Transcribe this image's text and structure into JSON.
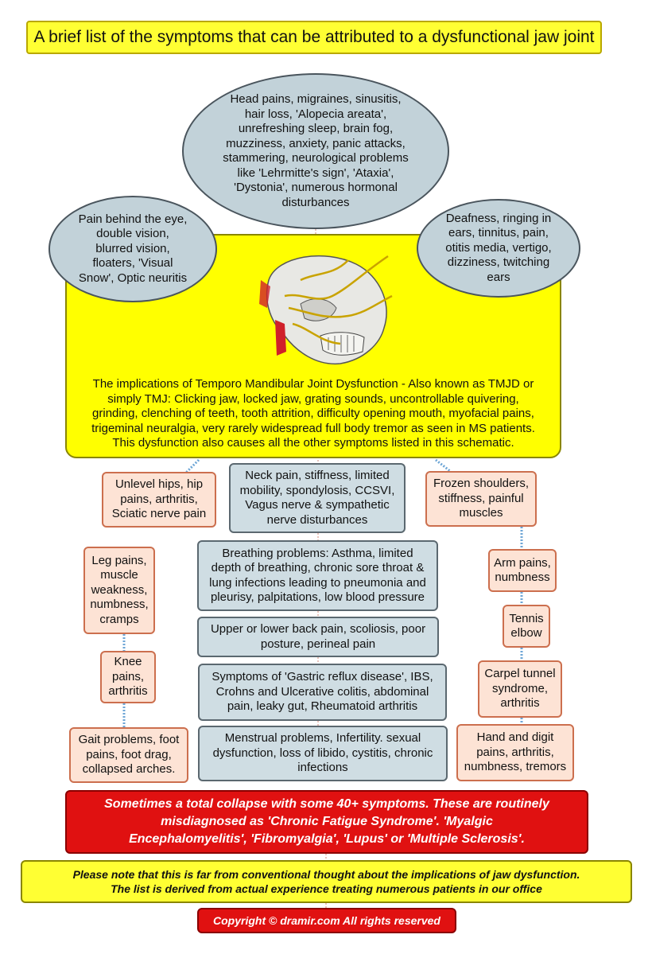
{
  "title": "A brief list of the symptoms that can be attributed to a dysfunctional jaw joint",
  "top_oval": [
    "Head pains, migraines, sinusitis,",
    "hair loss, 'Alopecia areata',",
    "unrefreshing sleep, brain fog,",
    "muzziness, anxiety, panic attacks,",
    "stammering, neurological problems",
    "like 'Lehrmitte's sign', 'Ataxia',",
    "'Dystonia', numerous hormonal",
    "disturbances"
  ],
  "left_oval": [
    "Pain behind the eye,",
    "double vision,",
    "blurred vision,",
    "floaters, 'Visual",
    "Snow', Optic neuritis"
  ],
  "right_oval": [
    "Deafness, ringing in",
    "ears, tinnitus, pain,",
    "otitis media, vertigo,",
    "dizziness, twitching",
    "ears"
  ],
  "tmj_text": [
    "The implications of Temporo Mandibular Joint Dysfunction - Also known as TMJD or",
    "simply TMJ: Clicking jaw, locked jaw, grating sounds, uncontrollable quivering,",
    "grinding, clenching of teeth, tooth attrition, difficulty opening mouth, myofacial pains,",
    "trigeminal neuralgia, very rarely widespread full body tremor as seen in MS patients.",
    "This dysfunction also causes all the other symptoms listed in this schematic."
  ],
  "left_column": [
    [
      "Unlevel hips, hip",
      "pains, arthritis,",
      "Sciatic nerve pain"
    ],
    [
      "Leg pains,",
      "muscle",
      "weakness,",
      "numbness,",
      "cramps"
    ],
    [
      "Knee",
      "pains,",
      "arthritis"
    ],
    [
      "Gait problems, foot",
      "pains, foot drag,",
      "collapsed arches."
    ]
  ],
  "center_column": [
    [
      "Neck pain, stiffness, limited",
      "mobility, spondylosis, CCSVI,",
      "Vagus nerve & sympathetic",
      "nerve disturbances"
    ],
    [
      "Breathing problems: Asthma, limited",
      "depth of breathing, chronic sore throat &",
      "lung infections leading to pneumonia and",
      "pleurisy, palpitations, low blood pressure"
    ],
    [
      "Upper or lower back pain, scoliosis, poor",
      "posture, perineal pain"
    ],
    [
      "Symptoms of 'Gastric reflux disease', IBS,",
      "Crohns and Ulcerative colitis, abdominal",
      "pain, leaky gut, Rheumatoid arthritis"
    ],
    [
      "Menstrual problems, Infertility. sexual",
      "dysfunction, loss of libido, cystitis, chronic",
      "infections"
    ]
  ],
  "right_column": [
    [
      "Frozen shoulders,",
      "stiffness, painful",
      "muscles"
    ],
    [
      "Arm pains,",
      "numbness"
    ],
    [
      "Tennis",
      "elbow"
    ],
    [
      "Carpel tunnel",
      "syndrome,",
      "arthritis"
    ],
    [
      "Hand and digit",
      "pains, arthritis,",
      "numbness, tremors"
    ]
  ],
  "warning": [
    "Sometimes a total collapse with some 40+ symptoms. These are routinely",
    "misdiagnosed as 'Chronic Fatigue Syndrome'. 'Myalgic",
    "Encephalomyelitis', 'Fibromyalgia', 'Lupus' or 'Multiple Sclerosis'."
  ],
  "note": [
    "Please note that this is far from conventional thought about the implications of jaw dysfunction.",
    "The list is derived from actual experience treating numerous patients in our office"
  ],
  "copyright": "Copyright © dramir.com All rights reserved",
  "colors": {
    "title_bg": "#ffff33",
    "oval_fill": "#c2d2d9",
    "pink_fill": "#fde3d5",
    "grey_fill": "#cfdde3",
    "red": "#e01111",
    "yellow": "#ffff00"
  }
}
